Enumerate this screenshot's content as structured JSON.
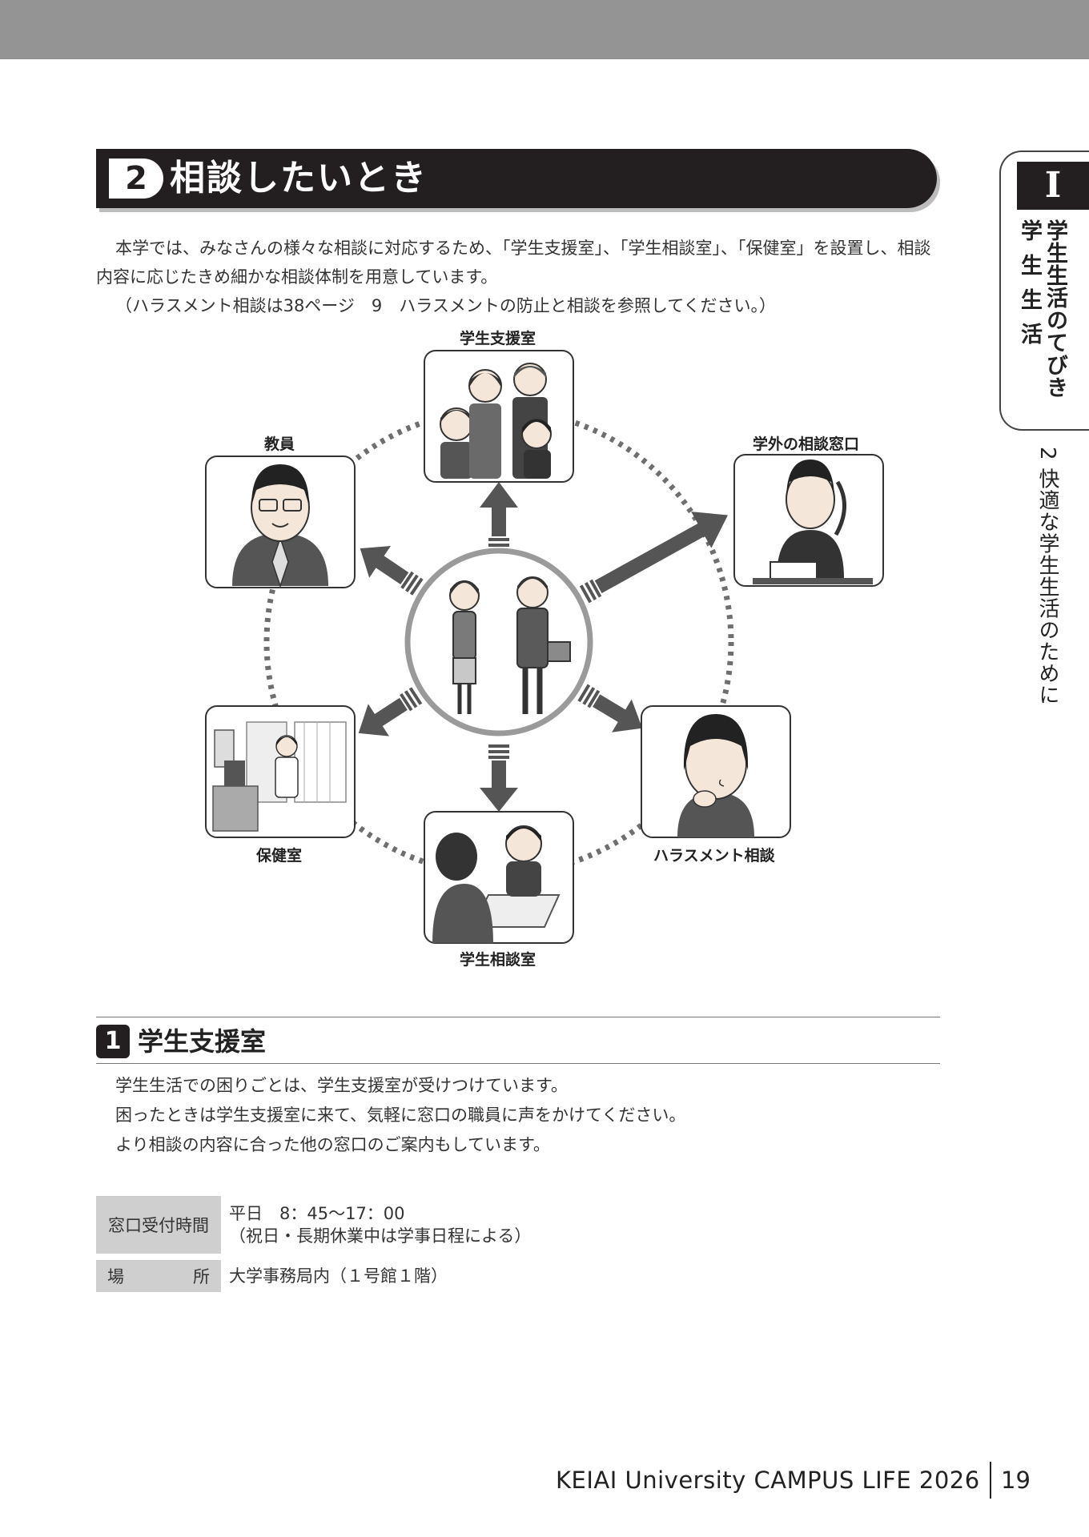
{
  "section": {
    "number": "2",
    "title": "相談したいとき"
  },
  "side_tab": {
    "roman": "I",
    "line1": "学生生活のてびき",
    "line2": "学生生活",
    "chapter": "2 快適な学生生活のために"
  },
  "intro": {
    "paragraph": "本学では、みなさんの様々な相談に対応するため、「学生支援室」、「学生相談室」、「保健室」を設置し、相談内容に応じたきめ細かな相談体制を用意しています。",
    "note": "（ハラスメント相談は38ページ　9　ハラスメントの防止と相談を参照してください。）"
  },
  "diagram": {
    "nodes": {
      "support": "学生支援室",
      "faculty": "教員",
      "external": "学外の相談窓口",
      "health": "保健室",
      "harassment": "ハラスメント相談",
      "counseling": "学生相談室"
    }
  },
  "subsection": {
    "number": "1",
    "title": "学生支援室",
    "lines": [
      "学生生活での困りごとは、学生支援室が受けつけています。",
      "困ったときは学生支援室に来て、気軽に窓口の職員に声をかけてください。",
      "より相談の内容に合った他の窓口のご案内もしています。"
    ]
  },
  "info_table": {
    "hours_label": "窓口受付時間",
    "hours_value": "平日　8：45〜17：00",
    "hours_note": "（祝日・長期休業中は学事日程による）",
    "place_label_a": "場",
    "place_label_b": "所",
    "place_value": "大学事務局内（１号館１階）"
  },
  "footer": {
    "text": "KEIAI University CAMPUS LIFE 2026",
    "page": "19"
  }
}
